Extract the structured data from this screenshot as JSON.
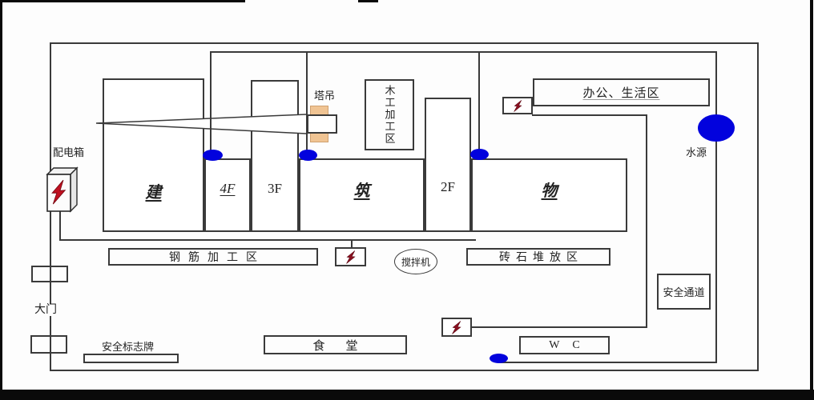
{
  "site_plan": {
    "power_box_label": "配电箱",
    "gate_label": "大门",
    "safety_sign_label": "安全标志牌",
    "crane_label": "塔吊",
    "wood_area_label": "木工加工区",
    "office_area_label": "办公、生活区",
    "water_source_label": "水源",
    "buildings": {
      "jian": "建",
      "f4": "4F",
      "f3": "3F",
      "zhu": "筑",
      "f2": "2F",
      "wu": "物"
    },
    "rebar_area_label": "钢筋加工区",
    "mixer_label": "搅拌机",
    "brick_area_label": "砖石堆放区",
    "safety_passage_label": "安全通道",
    "canteen_label": "食堂",
    "wc_label": "WC"
  },
  "colors": {
    "line": "#3a3a3a",
    "water_blue": "#0202dd",
    "lightning_red": "#c01020",
    "lightning_dark_red": "#8a1020",
    "crane_tan": "#f0c493",
    "frame_black": "#0a0a0a"
  }
}
